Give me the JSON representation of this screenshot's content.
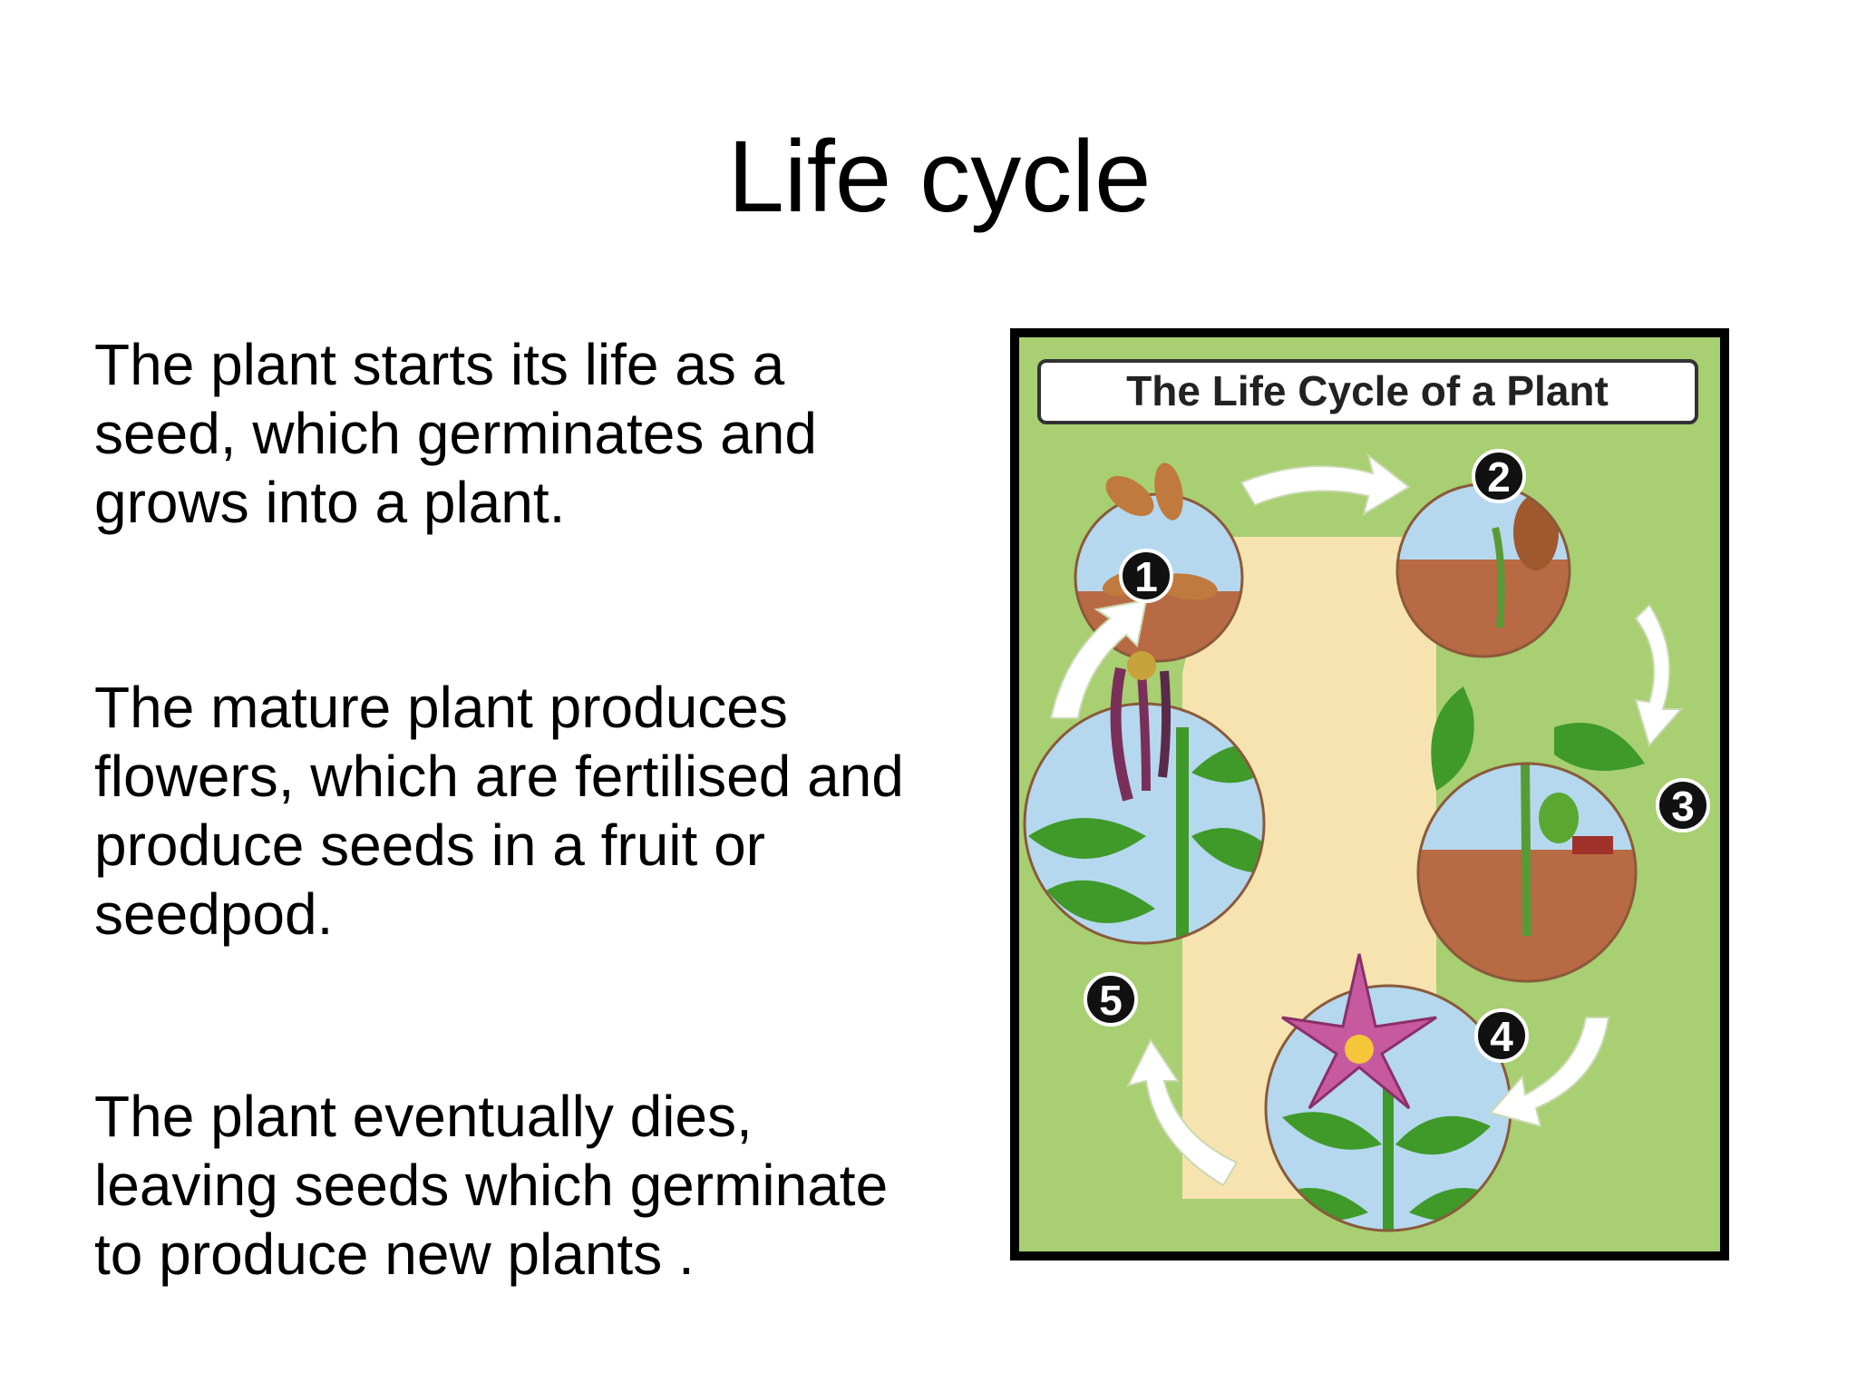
{
  "slide": {
    "title": "Life cycle",
    "bullets": [
      "The plant starts its life as a seed, which germinates and grows into a plant.",
      "The mature plant produces flowers, which are fertilised and produce seeds in a fruit or seedpod.",
      "The plant eventually dies, leaving seeds which germinate to produce new plants ."
    ]
  },
  "figure": {
    "title": "The Life Cycle of a Plant",
    "stage_numbers": [
      "1",
      "2",
      "3",
      "4",
      "5"
    ],
    "colors": {
      "background": "#a8cf72",
      "path": "#f6e3b0",
      "sky": "#b5d8ee",
      "soil": "#b86a45",
      "leaf": "#3f9a2a",
      "flower": "#c75a9e",
      "frame": "#000000"
    }
  }
}
